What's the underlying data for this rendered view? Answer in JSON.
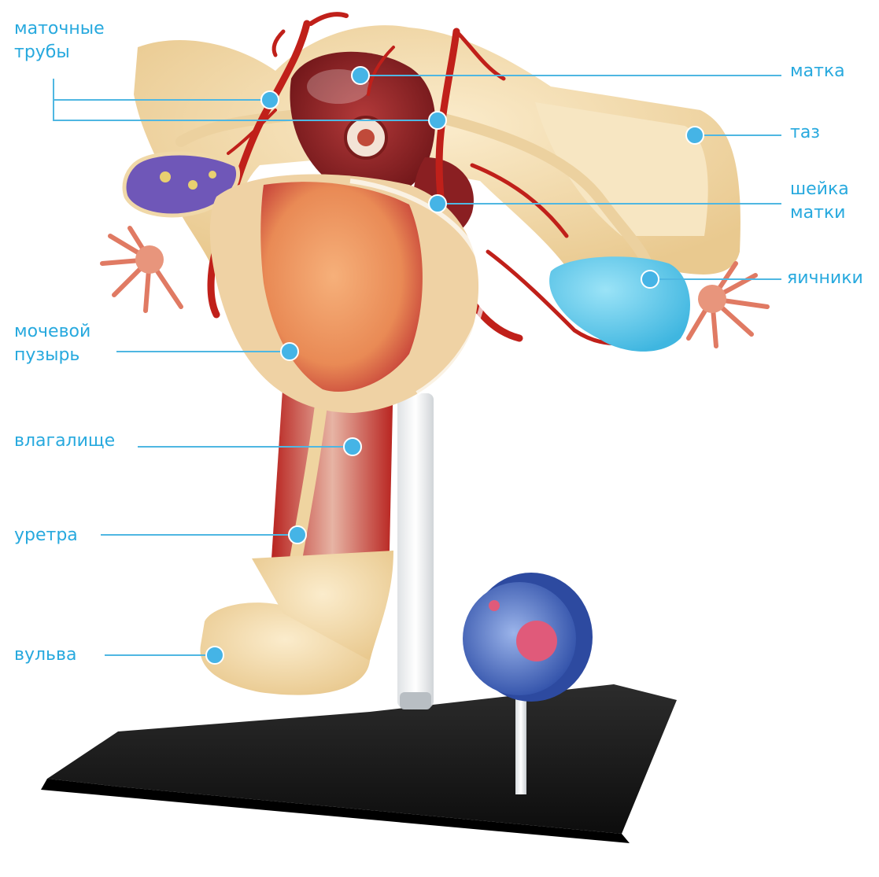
{
  "labels": {
    "fallopian_tubes": "маточные\nтрубы",
    "uterus": "матка",
    "pelvis": "таз",
    "cervix": "шейка\nматки",
    "ovaries": "яичники",
    "bladder": "мочевой\nпузырь",
    "vagina": "влагалище",
    "urethra": "уретра",
    "vulva": "вульва"
  },
  "colors": {
    "label_text": "#27a9de",
    "leader_line": "#4fb7e2",
    "marker_dot": "#45b4e6",
    "model_flesh": "#f3dcae",
    "blood_vessels": "#c0201a",
    "ovary": "#58c6ea",
    "stand": "#1a1a1a"
  }
}
